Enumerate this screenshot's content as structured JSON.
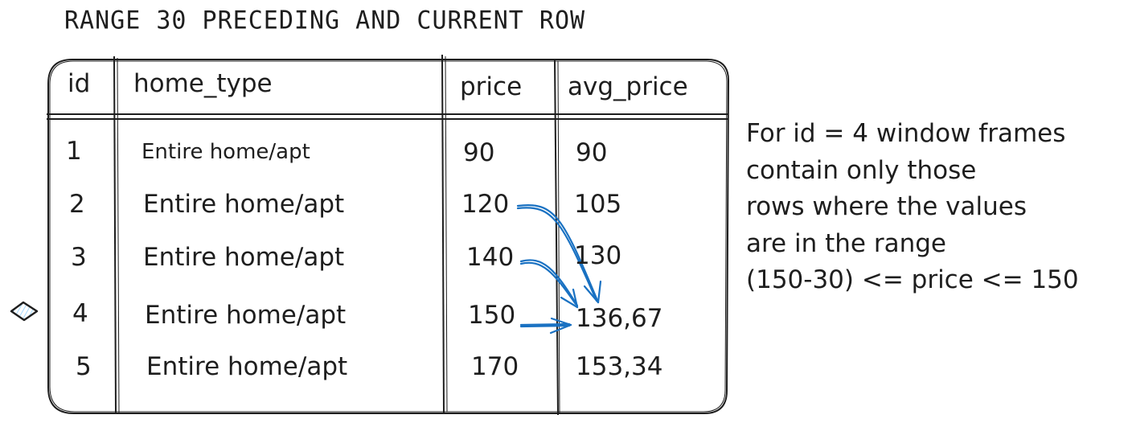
{
  "title": "RANGE 30 PRECEDING AND CURRENT ROW",
  "table": {
    "headers": [
      "id",
      "home_type",
      "price",
      "avg_price"
    ],
    "rows": [
      {
        "id": "1",
        "home_type": "Entire home/apt",
        "price": "90",
        "avg_price": "90"
      },
      {
        "id": "2",
        "home_type": "Entire home/apt",
        "price": "120",
        "avg_price": "105"
      },
      {
        "id": "3",
        "home_type": "Entire home/apt",
        "price": "140",
        "avg_price": "130"
      },
      {
        "id": "4",
        "home_type": "Entire home/apt",
        "price": "150",
        "avg_price": "136,67"
      },
      {
        "id": "5",
        "home_type": "Entire home/apt",
        "price": "170",
        "avg_price": "153,34"
      }
    ]
  },
  "arrows": [
    {
      "from": "price row 2 (120)",
      "to": "avg_price row 4 (136,67)"
    },
    {
      "from": "price row 3 (140)",
      "to": "avg_price row 4 (136,67)"
    },
    {
      "from": "price row 4 (150)",
      "to": "avg_price row 4 (136,67)"
    }
  ],
  "note": {
    "lines": [
      "For id = 4 window frames",
      "contain only those",
      "rows where the values",
      "are in the range",
      "(150-30) <= price <= 150"
    ]
  },
  "colors": {
    "stroke": "#1e1e1e",
    "arrow": "#1971c2",
    "marker_fill": "#a5d8ff"
  }
}
